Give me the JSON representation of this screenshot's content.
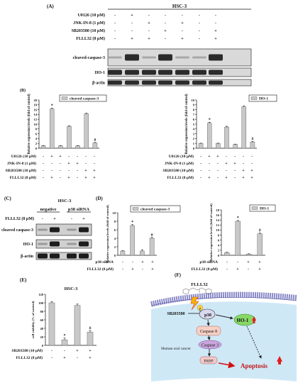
{
  "panels": {
    "A": {
      "label": "(A)",
      "cell_line": "HSC-3",
      "treatments": [
        {
          "label": "U0126 (10 μM)",
          "signs": [
            "-",
            "+",
            "-",
            "-",
            "-",
            "-",
            "-"
          ]
        },
        {
          "label": "JNK-IN-8 (1 μM)",
          "signs": [
            "-",
            "-",
            "+",
            "-",
            "+",
            "-",
            "-"
          ]
        },
        {
          "label": "SB203580 (10 μM)",
          "signs": [
            "-",
            "-",
            "-",
            "+",
            "-",
            "-",
            "+"
          ]
        },
        {
          "label": "FLLL32 (8 μM)",
          "signs": [
            "-",
            "+",
            "+",
            "-",
            "+",
            "-",
            "+"
          ]
        }
      ],
      "blot_labels": [
        "cleaved-caspase-3",
        "HO-1",
        "β-actin"
      ]
    },
    "B": {
      "label": "(B)",
      "ylabel": "Relative expression levels (fold of control)",
      "treatments": [
        {
          "label": "U0126 (10 μM)",
          "signs": [
            "-",
            "+",
            "+",
            "-",
            "-",
            "-",
            "-"
          ]
        },
        {
          "label": "JNK-IN-8 (1 μM)",
          "signs": [
            "-",
            "-",
            "-",
            "+",
            "+",
            "-",
            "-"
          ]
        },
        {
          "label": "SB203580 (10 μM)",
          "signs": [
            "-",
            "-",
            "-",
            "-",
            "-",
            "+",
            "+"
          ]
        },
        {
          "label": "FLLL32 (8 μM)",
          "signs": [
            "-",
            "+",
            "-",
            "+",
            "-",
            "+",
            "+"
          ]
        }
      ]
    },
    "C": {
      "label": "(C)",
      "cell_line": "HSC-3",
      "groups": [
        "negative",
        "p38 siRNA"
      ],
      "treatment_label": "FLLL32 (8 μM)",
      "signs": [
        "-",
        "+",
        "-",
        "+"
      ],
      "blot_labels": [
        "cleaved caspase-3",
        "HO-1",
        "β-actin"
      ]
    },
    "D": {
      "label": "(D)",
      "ylabel": "Relative expression levels (fold of control)",
      "treatments": [
        {
          "label": "p38 siRNA",
          "signs": [
            "-",
            "-",
            "+",
            "+"
          ]
        },
        {
          "label": "FLLL32 (8 μM)",
          "signs": [
            "-",
            "+",
            "-",
            "+"
          ]
        }
      ]
    },
    "E": {
      "label": "(E)",
      "title": "HSC-3",
      "ylabel": "cell viability (% of control)",
      "treatments": [
        {
          "label": "SB203580 (10 μM)",
          "signs": [
            "-",
            "-",
            "+",
            "+"
          ]
        },
        {
          "label": "FLLL32 (8 μM)",
          "signs": [
            "-",
            "+",
            "-",
            "+"
          ]
        }
      ]
    },
    "F": {
      "label": "(F)",
      "compound": "FLLL32",
      "nodes": {
        "inhibitor": "SB203580",
        "phospho": "p",
        "kinase": "p38",
        "enzyme": "HO-1",
        "caspase8": "Caspase 8",
        "caspase3": "Caspase 3",
        "parp": "PARP",
        "outcome": "Apoptosis",
        "cell": "Human oral cancer"
      }
    }
  },
  "chart_data": [
    {
      "type": "bar",
      "panel": "B-left",
      "ylabel": "Relative expression levels (fold of control)",
      "categories": [
        "1",
        "2",
        "3",
        "4",
        "5",
        "6",
        "7"
      ],
      "series": [
        {
          "name": "cleaved caspase-3",
          "values": [
            1.0,
            16.3,
            1.0,
            9.1,
            1.0,
            14.3,
            2.2
          ],
          "errors": [
            0.1,
            0.3,
            0.1,
            0.2,
            0.1,
            0.2,
            0.2
          ]
        }
      ],
      "markers": {
        "1": "*",
        "6": "#"
      },
      "ylim": [
        0,
        20
      ],
      "yticks": [
        0,
        2,
        4,
        6,
        8,
        10,
        12,
        14,
        16,
        18,
        20
      ],
      "legend": "top-right",
      "color": "#c8c8c8"
    },
    {
      "type": "bar",
      "panel": "B-right",
      "ylabel": "Relative expression levels (fold of control)",
      "categories": [
        "1",
        "2",
        "3",
        "4",
        "5",
        "6",
        "7"
      ],
      "series": [
        {
          "name": "HO-1",
          "values": [
            1.0,
            5.2,
            1.0,
            4.4,
            0.8,
            8.6,
            1.3
          ],
          "errors": [
            0.05,
            0.2,
            0.05,
            0.15,
            0.05,
            0.2,
            0.1
          ]
        }
      ],
      "markers": {
        "1": "*",
        "6": "#"
      },
      "ylim": [
        0,
        10
      ],
      "yticks": [
        0,
        1,
        2,
        3,
        4,
        5,
        6,
        7,
        8,
        9,
        10
      ],
      "legend": "top-right",
      "color": "#c8c8c8"
    },
    {
      "type": "bar",
      "panel": "D-left",
      "ylabel": "Relative expression levels (fold of control)",
      "categories": [
        "1",
        "2",
        "3",
        "4"
      ],
      "series": [
        {
          "name": "cleaved caspase-3",
          "values": [
            1.0,
            7.0,
            1.0,
            4.0
          ],
          "errors": [
            0.1,
            0.2,
            0.3,
            0.2
          ]
        }
      ],
      "markers": {
        "1": "*",
        "3": "#"
      },
      "ylim": [
        0,
        10
      ],
      "yticks": [
        0,
        2,
        4,
        6,
        8,
        10
      ],
      "legend": "top-right",
      "color": "#c8c8c8"
    },
    {
      "type": "bar",
      "panel": "D-right",
      "ylabel": "Relative expression levels (fold of control)",
      "categories": [
        "1",
        "2",
        "3",
        "4"
      ],
      "series": [
        {
          "name": "HO-1",
          "values": [
            1.0,
            13.5,
            0.5,
            8.5
          ],
          "errors": [
            0.2,
            0.3,
            0.1,
            0.3
          ]
        }
      ],
      "markers": {
        "1": "*",
        "3": "#"
      },
      "ylim": [
        0,
        18
      ],
      "yticks": [
        0,
        2,
        4,
        6,
        8,
        10,
        12,
        14,
        16,
        18
      ],
      "legend": "top-right",
      "color": "#c8c8c8"
    },
    {
      "type": "bar",
      "panel": "E",
      "title": "HSC-3",
      "ylabel": "cell viability (% of control)",
      "categories": [
        "1",
        "2",
        "3",
        "4"
      ],
      "series": [
        {
          "name": "",
          "values": [
            100,
            13,
            94,
            31
          ],
          "errors": [
            3,
            4,
            3,
            3
          ]
        }
      ],
      "markers": {
        "1": "*",
        "3": "#"
      },
      "ylim": [
        0,
        120
      ],
      "yticks": [
        0,
        20,
        40,
        60,
        80,
        100,
        120
      ],
      "color": "#c8c8c8"
    }
  ]
}
